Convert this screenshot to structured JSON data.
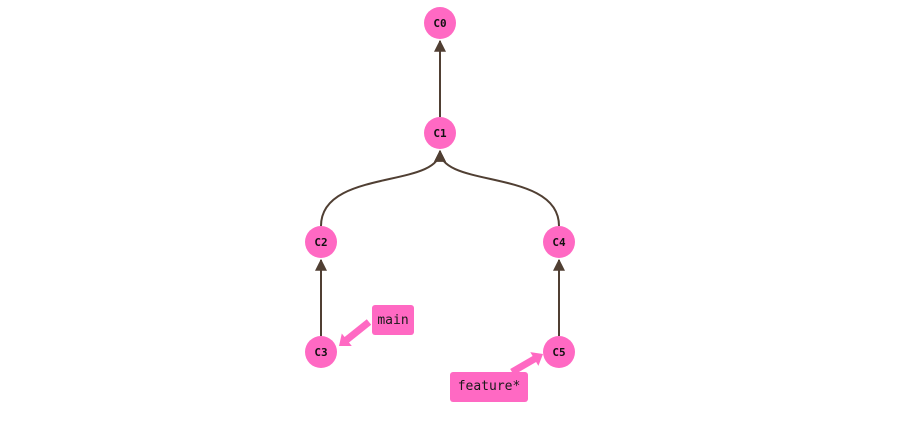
{
  "colors": {
    "commit": "#ff69c3",
    "edge": "#503f33",
    "branch_label_bg": "#ff69c3",
    "branch_arrow": "#ff69c3",
    "background": "#ffffff"
  },
  "commits": [
    {
      "id": "C0",
      "label": "C0"
    },
    {
      "id": "C1",
      "label": "C1"
    },
    {
      "id": "C2",
      "label": "C2"
    },
    {
      "id": "C3",
      "label": "C3"
    },
    {
      "id": "C4",
      "label": "C4"
    },
    {
      "id": "C5",
      "label": "C5"
    }
  ],
  "edges": [
    {
      "from": "C1",
      "to": "C0"
    },
    {
      "from": "C2",
      "to": "C1"
    },
    {
      "from": "C4",
      "to": "C1"
    },
    {
      "from": "C3",
      "to": "C2"
    },
    {
      "from": "C5",
      "to": "C4"
    }
  ],
  "branches": [
    {
      "name": "main",
      "target": "C3",
      "label": "main"
    },
    {
      "name": "feature",
      "target": "C5",
      "label": "feature*"
    }
  ]
}
